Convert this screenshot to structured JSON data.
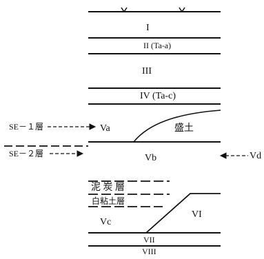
{
  "layers": {
    "I": "I",
    "II": "II (Ta-a)",
    "III": "III",
    "IV": "IV (Ta-c)",
    "Va": "Va",
    "Vb": "Vb",
    "Vc": "Vc",
    "VI": "VI",
    "VII": "VII",
    "VIII": "VIII"
  },
  "materials": {
    "fill": "盛土",
    "peat": "泥 炭 層",
    "white_clay": "白粘土層"
  },
  "callouts": {
    "se1": "SE－１層",
    "se2": "SE－２層",
    "vd": "Vd"
  },
  "colors": {
    "line": "#111111",
    "background": "#ffffff"
  }
}
